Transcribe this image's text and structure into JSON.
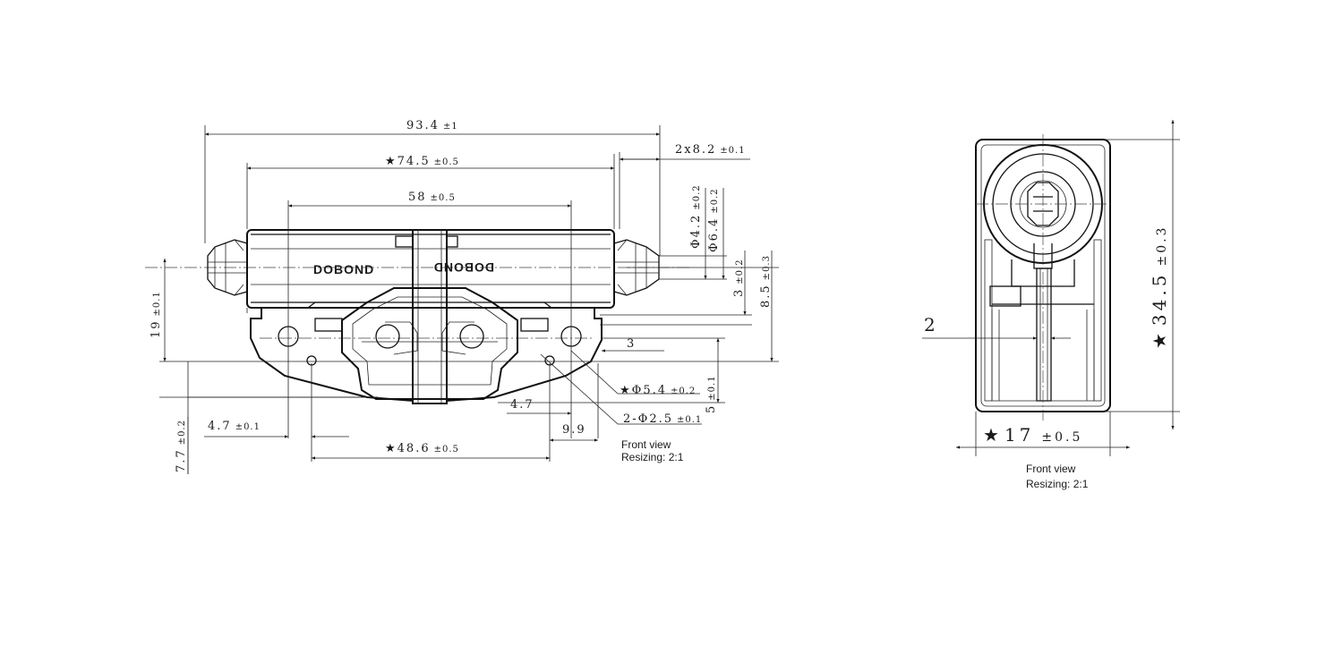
{
  "front_view": {
    "brand_left": "DOBOND",
    "brand_right": "DOBOND",
    "overall_length": {
      "value": "93.4",
      "tol": "±1"
    },
    "star_length": {
      "star": "★",
      "value": "74.5",
      "tol": "±0.5"
    },
    "mount_span": {
      "value": "58",
      "tol": "±0.5"
    },
    "pin_width": {
      "value": "2x8.2",
      "tol": "±0.1"
    },
    "dia_4_2": {
      "value": "Φ4.2",
      "tol": "±0.2"
    },
    "dia_6_4": {
      "value": "Φ6.4",
      "tol": "±0.2"
    },
    "offset_3_tol": {
      "value": "3",
      "tol": "±0.2"
    },
    "offset_8_5": {
      "value": "8.5",
      "tol": "±0.3"
    },
    "height_19": {
      "value": "19",
      "tol": "±0.1"
    },
    "step_3": {
      "value": "3"
    },
    "hole_5_4": {
      "star": "★",
      "value": "Φ5.4",
      "tol": "±0.2"
    },
    "offset_5": {
      "value": "5",
      "tol": "±0.1"
    },
    "dim_4_7": {
      "value": "4.7"
    },
    "holes_2_5": {
      "value": "2-Φ2.5",
      "tol": "±0.1"
    },
    "dim_9_9": {
      "value": "9.9"
    },
    "dim_4_7_tol": {
      "value": "4.7",
      "tol": "±0.1"
    },
    "dim_7_7": {
      "value": "7.7",
      "tol": "±0.2"
    },
    "hole_span": {
      "star": "★",
      "value": "48.6",
      "tol": "±0.5"
    },
    "caption_line1": "Front view",
    "caption_line2": "Resizing: 2:1"
  },
  "side_view": {
    "gap_2": {
      "value": "2"
    },
    "height": {
      "star": "★",
      "value": "34.5",
      "tol": "±0.3"
    },
    "width": {
      "star": "★",
      "value": "17",
      "tol": "±0.5"
    },
    "caption_line1": "Front view",
    "caption_line2": "Resizing: 2:1"
  }
}
